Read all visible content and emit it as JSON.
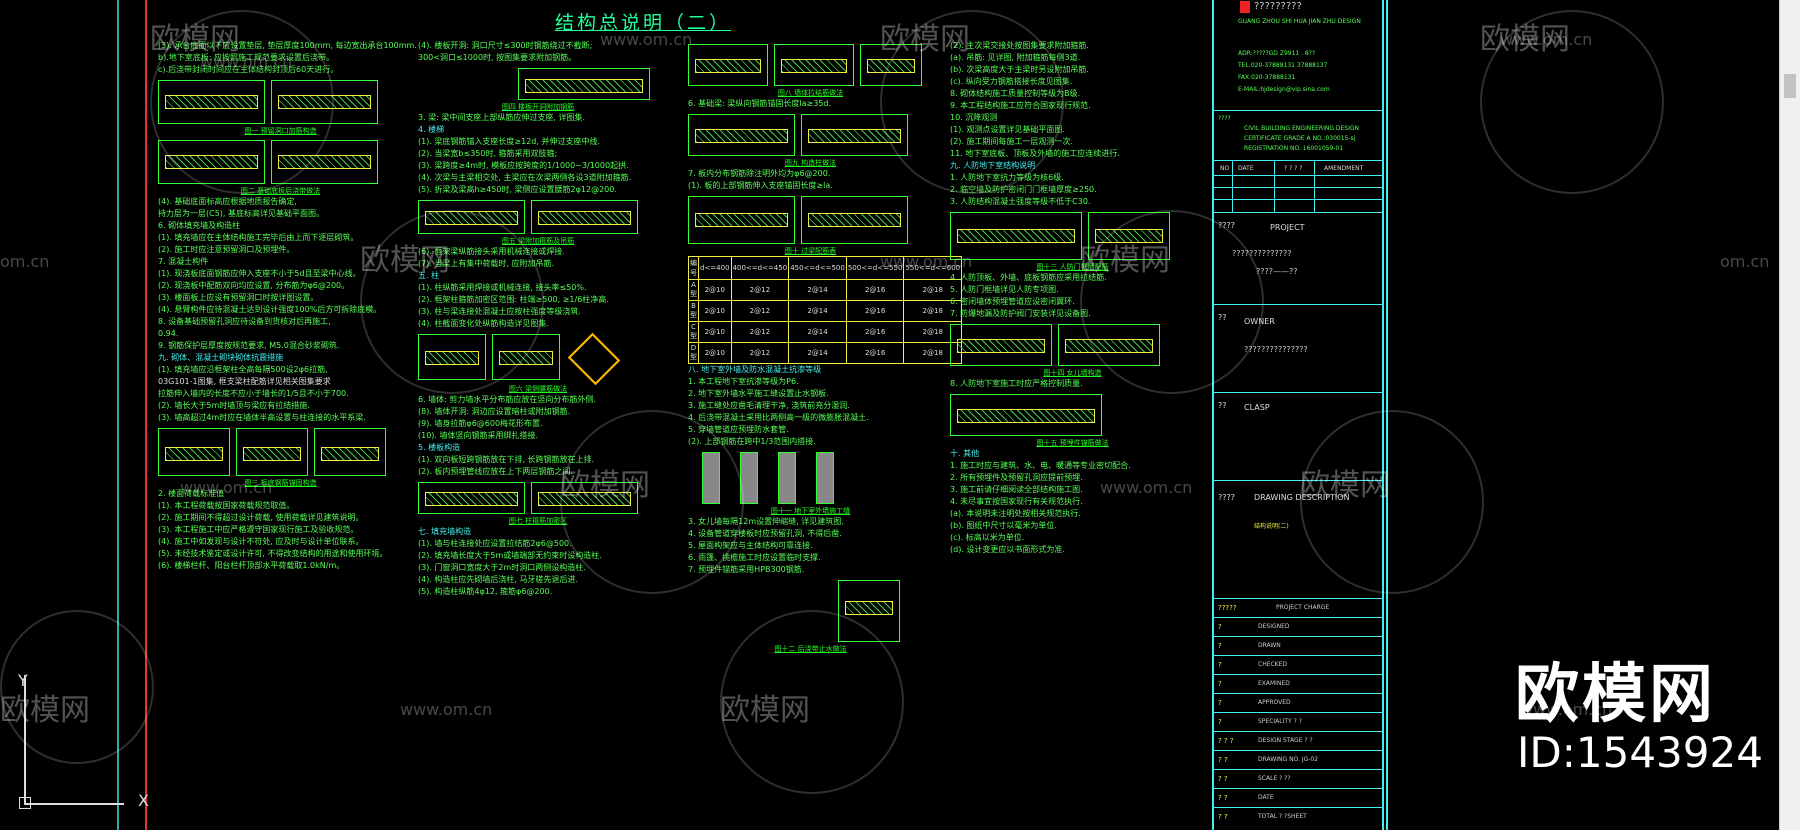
{
  "drawing": {
    "title": "结构总说明（二）"
  },
  "watermark": {
    "brand": "欧模网",
    "url": "www.om.cn",
    "url_short": "om.cn",
    "id": "ID:1543924"
  },
  "col1": [
    "(3). 承台底面以下应设置垫层, 垫层厚度100mm, 每边宽出承台100mm.",
    "b).地下室底板: 应按照施工规范要求设置后浇带。",
    "c).后浇带封闭时间应在主体结构封顶后60天进行。",
    "(4). 基础底面标高应根据地质报告确定,",
    "   持力层为一层(C5), 基底标高详见基础平面图。",
    "6. 砌体填充墙及构造柱",
    "(1). 填充墙应在主体结构施工完毕后由上而下逐层砌筑。",
    "(2). 施工时应注意预留洞口及预埋件。",
    "7. 混凝土构件",
    "(1). 现浇板底面钢筋应伸入支座不小于5d且至梁中心线。",
    "(2). 现浇板中配筋双向均应设置, 分布筋为φ6@200。",
    "(3). 楼面板上应设有预留洞口时按详图设置。",
    "(4). 悬臂构件应待混凝土达到设计强度100%后方可拆除底模。",
    "8. 设备基础预留孔洞应待设备到货核对后再施工,",
    "   0.94.",
    "9. 钢筋保护层厚度按规范要求, M5.0混合砂浆砌筑.",
    "九. 砌体、混凝土砌块砌体抗震措施",
    "(1). 填充墙应沿框架柱全高每隔500设2φ6拉筋,",
    "03G101-1图集, 框支梁柱配筋详见相关图集要求",
    "   拉筋伸入墙内的长度不应小于墙长的1/5且不小于700.",
    "(2). 墙长大于5m时墙顶与梁应有拉结措施.",
    "(3). 墙高超过4m时应在墙体半高设置与柱连接的水平系梁.",
    "2. 楼面荷载标准值",
    "(1). 本工程荷载按国家荷载规范取值。",
    "(2). 施工期间不得超过设计荷载, 使用荷载详见建筑说明。",
    "(3). 本工程施工中应严格遵守国家现行施工及验收规范。",
    "(4). 施工中如发现与设计不符处, 应及时与设计单位联系。",
    "(5). 未经技术鉴定或设计许可, 不得改变结构的用途和使用环境。",
    "(6). 楼梯栏杆、阳台栏杆顶部水平荷载取1.0kN/m。"
  ],
  "col2": [
    "(4). 楼板开洞: 洞口尺寸≤300时钢筋绕过不截断;",
    "   300<洞口≤1000时, 按图集要求附加钢筋。",
    "3. 梁: 梁中间支座上部纵筋应伸过支座, 详图集.",
    "4. 楼梯",
    "(1). 梁底钢筋锚入支座长度≥12d, 并伸过支座中线.",
    "(2). 当梁宽b≤350时, 箍筋采用双肢箍;",
    "(3). 梁跨度≥4m时, 模板应按跨度的1/1000~3/1000起拱.",
    "(4). 次梁与主梁相交处, 主梁应在次梁两侧各设3道附加箍筋.",
    "(5). 折梁及梁高h≥450时, 梁侧应设置腰筋2φ12@200.",
    "(6). 框架梁纵筋接头采用机械连接或焊接.",
    "(7). 当梁上有集中荷载时, 应附加吊筋.",
    "五. 柱",
    "(1). 柱纵筋采用焊接或机械连接, 接头率≤50%.",
    "(2). 框架柱箍筋加密区范围: 柱端≥500, ≥1/6柱净高.",
    "(3). 柱与梁连接处混凝土应按柱强度等级浇筑.",
    "(4). 柱截面变化处纵筋构造详见图集.",
    "6. 墙体: 剪力墙水平分布筋应放在竖向分布筋外侧.",
    "(8). 墙体开洞: 洞边应设置暗柱或附加钢筋.",
    "(9). 墙身拉筋φ6@600梅花形布置.",
    "(10). 墙体竖向钢筋采用绑扎搭接.",
    "5. 楼板构造",
    "(1). 双向板短跨钢筋放在下排, 长跨钢筋放在上排.",
    "(2). 板内预埋管线应放在上下两层钢筋之间.",
    "七. 填充墙构造",
    "(1). 墙与柱连接处应设置拉结筋2φ6@500.",
    "(2). 填充墙长度大于5m或墙端部无约束时设构造柱.",
    "(3). 门窗洞口宽度大于2m时洞口两侧设构造柱.",
    "(4). 构造柱应先砌墙后浇柱, 马牙槎先退后进.",
    "(5). 构造柱纵筋4φ12, 箍筋φ6@200."
  ],
  "col3": [
    "6. 基础梁: 梁纵向钢筋锚固长度la≥35d.",
    "7. 板内分布钢筋除注明外均为φ6@200.",
    "(1). 板的上部钢筋伸入支座锚固长度≥la.",
    "(2). 上部钢筋在跨中1/3范围内搭接.",
    "八. 地下室外墙及防水混凝土抗渗等级",
    "1. 本工程地下室抗渗等级为P6.",
    "2. 地下室外墙水平施工缝设置止水钢板.",
    "3. 施工缝处应凿毛清理干净, 浇筑前充分湿润.",
    "4. 后浇带混凝土采用比两侧高一级的微膨胀混凝土.",
    "5. 穿墙管道应预埋防水套管.",
    "3. 女儿墙每隔12m设置伸缩缝, 详见建筑图.",
    "4. 设备管道穿楼板时应预留孔洞, 不得后凿.",
    "5. 屋面构架应与主体结构可靠连接.",
    "6. 雨篷、挑檐施工时应设置临时支撑.",
    "7. 预埋件锚筋采用HPB300钢筋."
  ],
  "table": {
    "head": [
      "编号",
      "d<=400",
      "400<=d<=450",
      "450<=d<=500",
      "500<=d<=550",
      "550<=d<=600"
    ],
    "rows": [
      [
        "A型",
        "2@10",
        "2@12",
        "2@14",
        "2@16",
        "2@18"
      ],
      [
        "B型",
        "2@10",
        "2@12",
        "2@14",
        "2@16",
        "2@18"
      ],
      [
        "C型",
        "2@10",
        "2@12",
        "2@14",
        "2@16",
        "2@18"
      ],
      [
        "D型",
        "2@10",
        "2@12",
        "2@14",
        "2@16",
        "2@18"
      ]
    ]
  },
  "col4": [
    "(2). 主次梁交接处按图集要求附加箍筋.",
    "(a). 吊筋: 见详图, 附加箍筋每侧3道.",
    "(b). 次梁高度大于主梁时另设附加吊筋.",
    "(c). 纵向受力钢筋搭接长度见图集.",
    "8. 砌体结构施工质量控制等级为B级.",
    "9. 本工程结构施工应符合国家现行规范.",
    "10. 沉降观测",
    "(1). 观测点设置详见基础平面图.",
    "(2). 施工期间每施工一层观测一次.",
    "11. 地下室底板、顶板及外墙的施工应连续进行.",
    "九. 人防地下室结构说明",
    "1. 人防地下室抗力等级为核6级.",
    "2. 临空墙及防护密闭门门框墙厚度≥250.",
    "3. 人防结构混凝土强度等级不低于C30.",
    "4. 人防顶板、外墙、底板钢筋应采用拉结筋.",
    "5. 人防门框墙详见人防专项图.",
    "6. 密闭墙体预埋管道应设密闭翼环.",
    "7. 防爆地漏及防护阀门安装详见设备图.",
    "8. 人防地下室施工时应严格控制质量.",
    "十. 其他",
    "1. 施工时应与建筑、水、电、暖通等专业密切配合.",
    "2. 所有预埋件及预留孔洞应提前预埋.",
    "3. 施工前请仔细阅读全部结构施工图.",
    "4. 未尽事宜按国家现行有关规范执行.",
    "(a). 本说明未注明处按相关规范执行.",
    "(b). 图纸中尺寸以毫米为单位.",
    "(c). 标高以米为单位.",
    "(d). 设计变更应以书面形式为准."
  ],
  "captions": [
    "图一 预留洞口加筋构造",
    "图二 基础底板后浇带做法",
    "图三 板底钢筋锚固构造",
    "图四 楼板开洞附加钢筋",
    "图五 梁附加箍筋及吊筋",
    "图六 梁侧腰筋做法",
    "图七 柱箍筋加密区",
    "图八 墙体拉结筋做法",
    "图九 构造柱做法",
    "图十 过梁配筋表",
    "图十一 地下室外墙施工缝",
    "图十二 后浇带止水做法",
    "图十三 人防门框墙配筋",
    "图十四 女儿墙构造",
    "图十五 预埋件锚筋做法"
  ],
  "title_block": {
    "company": "?????????",
    "pinyin": "GUANG ZHOU SHI HUA JIAN ZHU DESIGN",
    "info1": "ADR:?????GD   Z9911 . 8??",
    "info2": "TEL:020-37888131   37888137",
    "info3": "FAX:020-37888131",
    "info4": "E-MAIL:hjdesign@vip.sina.com",
    "cert_label": "????",
    "cert1": "CIVIL BUILDING ENGINEERING DESIGN",
    "cert2": "CERTIFICATE GRADE A NO.:030015-sj",
    "cert3": "REGISTRATION NO. 16001059-01",
    "rev_head": [
      "NO",
      "DATE",
      "? ? ? ?",
      "AMENDMENT"
    ],
    "project_label": "????",
    "project_title": "PROJECT",
    "project_value": "??????????????",
    "project_sub": "????——??",
    "owner_label": "??",
    "owner_title": "OWNER",
    "owner_value": "???????????????",
    "clasp_label": "??",
    "clasp_title": "CLASP",
    "desc_label": "????",
    "desc_title": "DRAWING DESCRIPTION",
    "desc_value": "结构说明(二)",
    "rows": [
      {
        "label": "?????",
        "value": "PROJECT CHARGE"
      },
      {
        "label": "?",
        "value": "DESIGNED"
      },
      {
        "label": "?",
        "value": "DRAWN"
      },
      {
        "label": "?",
        "value": "CHECKED"
      },
      {
        "label": "?",
        "value": "EXAMINED"
      },
      {
        "label": "?",
        "value": "APPROVED"
      },
      {
        "label": "?",
        "value": "SPECIALITY   ?  ?"
      },
      {
        "label": "? ? ?",
        "value": "DESIGN STAGE   ? ?"
      },
      {
        "label": "? ?",
        "value": "DRAWING NO.   JG-02"
      },
      {
        "label": "? ?",
        "value": "SCALE   ? ??"
      },
      {
        "label": "? ?",
        "value": "DATE"
      },
      {
        "label": "? ?",
        "value": "TOTAL   ?   ?SHEET"
      }
    ]
  },
  "axis": {
    "x": "X",
    "y": "Y"
  }
}
